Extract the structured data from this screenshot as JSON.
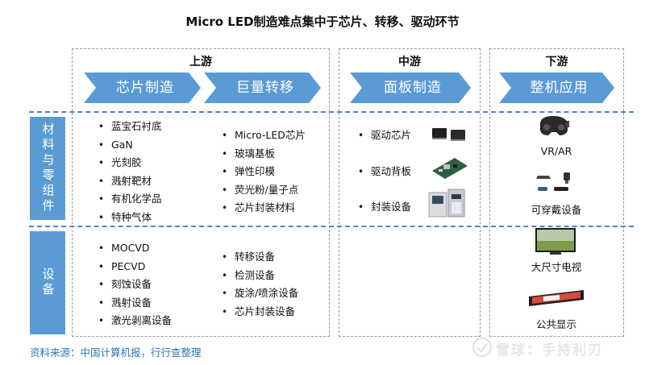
{
  "title": "Micro LED制造难点集中于芯片、转移、驱动环节",
  "stages": {
    "upstream": "上游",
    "midstream": "中游",
    "downstream": "下游"
  },
  "chevrons": {
    "chip_manufacturing": "芯片制造",
    "mass_transfer": "巨量转移",
    "panel_manufacturing": "面板制造",
    "end_application": "整机应用"
  },
  "row_labels": {
    "materials_components": "材料与零组件",
    "equipment": "设备"
  },
  "upstream_materials_left": [
    "蓝宝石衬底",
    "GaN",
    "光刻胶",
    "溅射靶材",
    "有机化学品",
    "特种气体"
  ],
  "upstream_materials_right": [
    "Micro-LED芯片",
    "玻璃基板",
    "弹性印模",
    "荧光粉/量子点",
    "芯片封装材料"
  ],
  "upstream_equipment_left": [
    "MOCVD",
    "PECVD",
    "刻蚀设备",
    "溅射设备",
    "激光剥离设备"
  ],
  "upstream_equipment_right": [
    "转移设备",
    "检测设备",
    "旋涂/喷涂设备",
    "芯片封装设备"
  ],
  "midstream_items": [
    "驱动芯片",
    "驱动背板",
    "封装设备"
  ],
  "downstream_products": [
    "VR/AR",
    "可穿戴设备",
    "大尺寸电视",
    "公共显示"
  ],
  "source": "资料来源：中国计算机报，行行查整理",
  "watermark": "雪球：手持利刃",
  "colors": {
    "chevron_blue": "#5b9bd5",
    "side_block_blue": "#5b9bd5",
    "divider_blue": "#4a86c8",
    "source_text": "#2e75b6"
  }
}
